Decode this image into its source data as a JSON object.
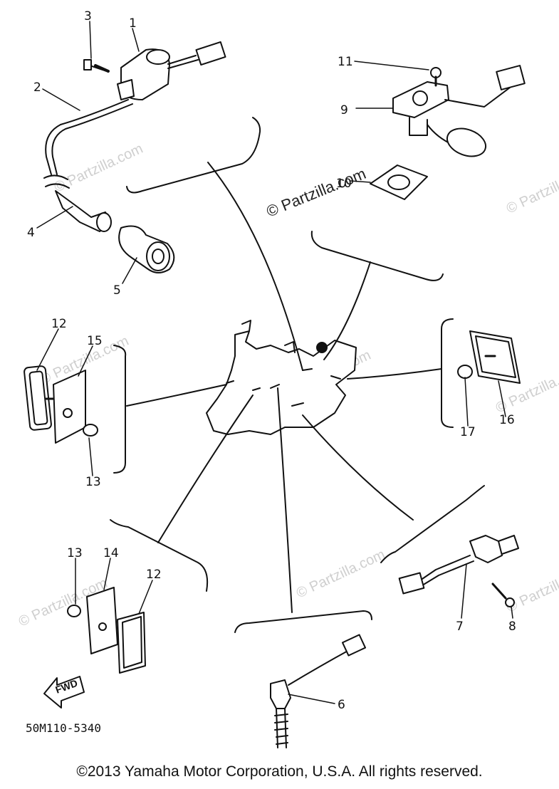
{
  "callouts": [
    "1",
    "2",
    "3",
    "4",
    "5",
    "6",
    "7",
    "8",
    "9",
    "10",
    "11",
    "12",
    "12",
    "13",
    "13",
    "14",
    "15",
    "16",
    "17"
  ],
  "watermark_main": "© Partzilla.com",
  "watermark_faint": "© Partzilla.com",
  "fwd_label": "FWD",
  "diagram_code": "50M110-5340",
  "copyright": "©2013 Yamaha Motor Corporation, U.S.A. All rights reserved."
}
